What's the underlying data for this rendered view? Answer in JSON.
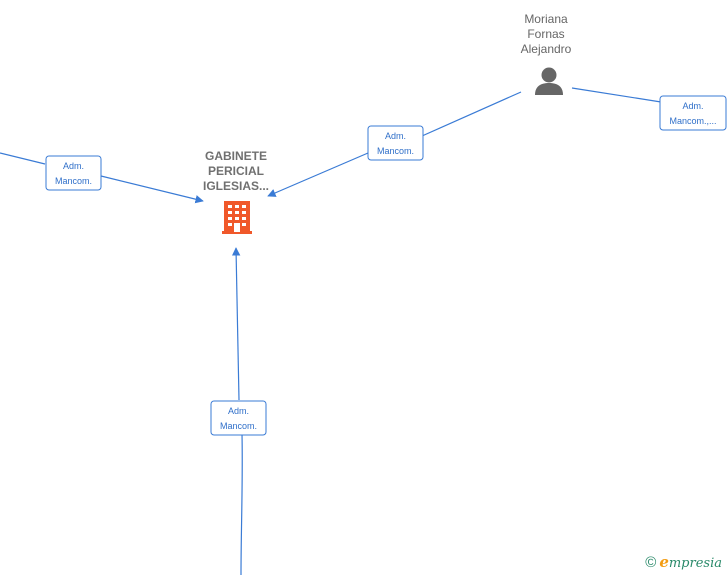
{
  "nodes": {
    "company": {
      "name_lines": [
        "GABINETE",
        "PERICIAL",
        "IGLESIAS..."
      ],
      "icon": "building-icon",
      "color": "#f0582a"
    },
    "person": {
      "name_lines": [
        "Moriana",
        "Fornas",
        "Alejandro"
      ],
      "icon": "person-icon",
      "color": "#666666"
    }
  },
  "edges": [
    {
      "label_lines": [
        "Adm.",
        "Mancom."
      ]
    },
    {
      "label_lines": [
        "Adm.",
        "Mancom."
      ]
    },
    {
      "label_lines": [
        "Adm.",
        "Mancom.,..."
      ]
    },
    {
      "label_lines": [
        "Adm.",
        "Mancom."
      ]
    }
  ],
  "watermark": {
    "copyright_symbol": "©",
    "brand_initial": "e",
    "brand_rest": "mpresia"
  },
  "colors": {
    "edge": "#3a7bd5",
    "label_text": "#2f6fc9",
    "watermark": "#2a8a6a",
    "brand_accent": "#f39c12"
  }
}
